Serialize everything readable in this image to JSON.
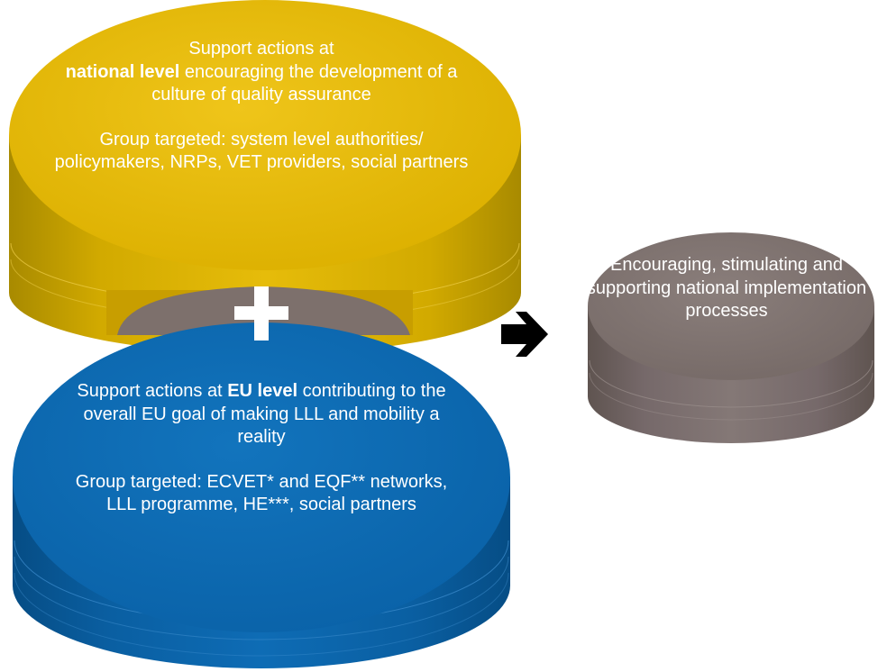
{
  "colors": {
    "national_cylinder": "#e5b800",
    "eu_cylinder": "#0a66ad",
    "result_cylinder": "#7d706c",
    "plus_sign": "#ffffff",
    "arrow": "#000000"
  },
  "icons": {
    "plus": "plus-icon",
    "arrow": "arrow-right-icon"
  },
  "national": {
    "line1": "Support actions at",
    "bold": "national level",
    "after_bold": " encouraging the development of a culture of quality assurance",
    "group": "Group targeted: system level authorities/ policymakers,  NRPs, VET providers, social partners"
  },
  "eu": {
    "before_bold": "Support actions at ",
    "bold": "EU level",
    "after_bold": " contributing to the overall EU goal of making LLL and mobility a reality",
    "group": "Group targeted: ECVET* and EQF** networks, LLL programme, HE***, social partners"
  },
  "result": {
    "text": "Encouraging, stimulating and supporting national implementation processes"
  }
}
